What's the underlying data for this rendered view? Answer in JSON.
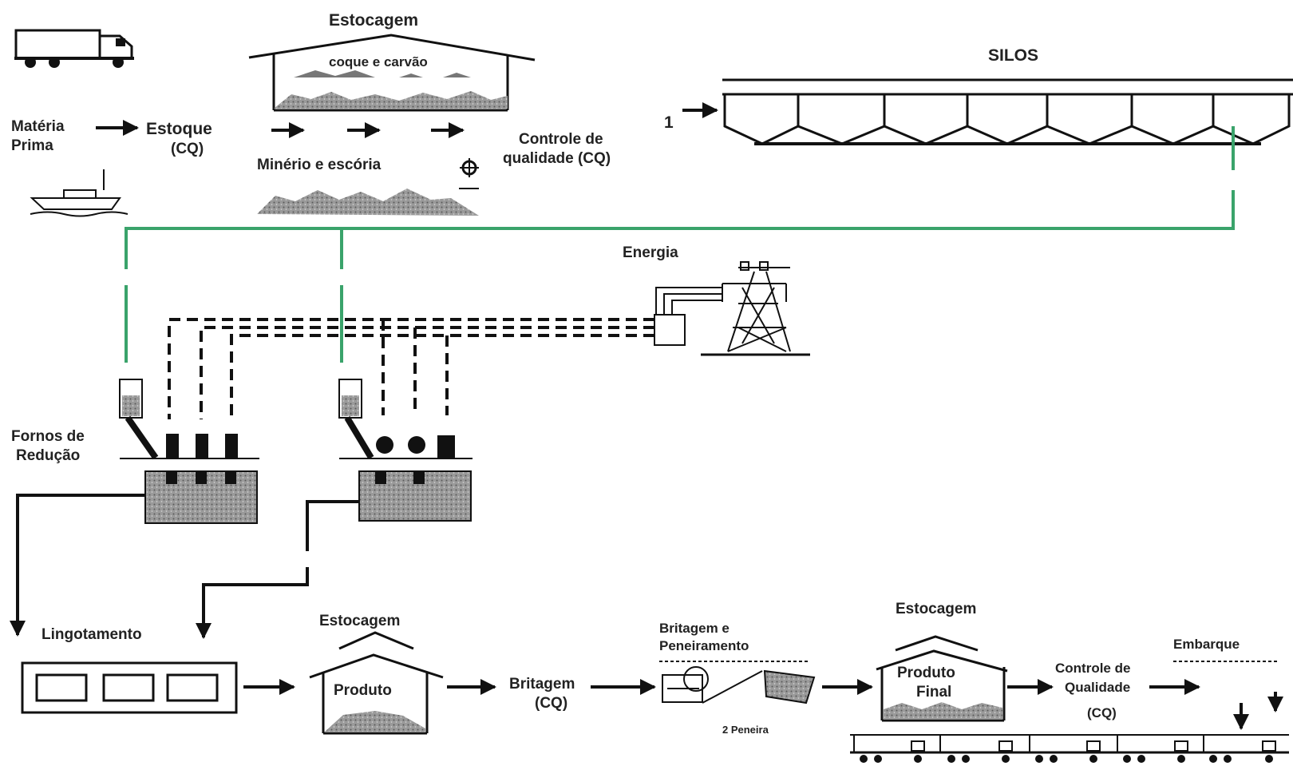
{
  "title": "Estocagem",
  "top": {
    "storage_title": "Estocagem",
    "coke_coal": "coque e carvão",
    "raw_material_1": "Matéria",
    "raw_material_2": "Prima",
    "stock_1": "Estoque",
    "stock_2": "(CQ)",
    "ore_slag": "Minério e escória",
    "quality_1": "Controle de",
    "quality_2": "qualidade (CQ)",
    "silos": "SILOS",
    "silo_marker": "1"
  },
  "energy": {
    "label": "Energia"
  },
  "furnaces": {
    "label_1": "Fornos de",
    "label_2": "Redução"
  },
  "bottom": {
    "casting": "Lingotamento",
    "storage_title": "Estocagem",
    "product": "Produto",
    "crushing_1": "Britagem",
    "crushing_2": "(CQ)",
    "crush_sieve_1": "Britagem e",
    "crush_sieve_2": "Peneiramento",
    "sieve_note": "2 Peneira",
    "storage2_title": "Estocagem",
    "final_1": "Produto",
    "final_2": "Final",
    "qc_1": "Controle de",
    "qc_2": "Qualidade",
    "qc_3": "(CQ)",
    "shipping": "Embarque"
  },
  "colors": {
    "green_line": "#3aa36b",
    "ink": "#111111",
    "pile": "#8a8a8a"
  }
}
